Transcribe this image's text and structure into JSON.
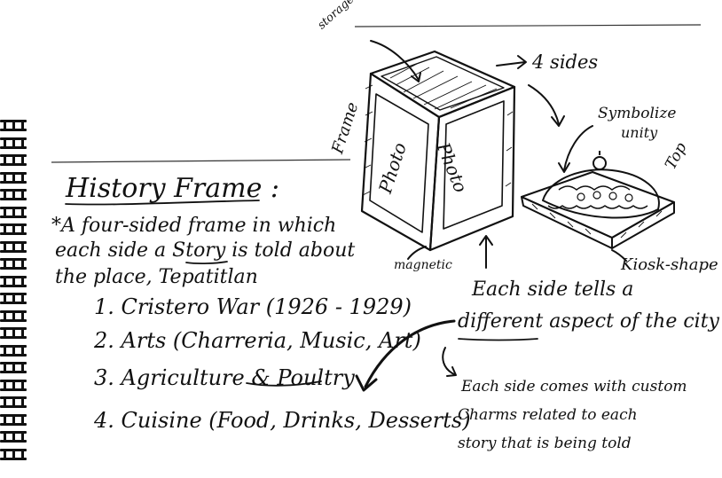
{
  "notes": {
    "title": "History Frame :",
    "description_line1": "*A four-sided frame in which",
    "description_line2": "each side a Story is told about",
    "description_line3": "the place, Tepatitlan",
    "list": [
      "1. Cristero War (1926 - 1929)",
      "2. Arts (Charreria, Music, Art)",
      "3. Agriculture & Poultry",
      "4. Cuisine (Food, Drinks, Desserts)"
    ]
  },
  "sketch": {
    "label_storage": "storage inside",
    "label_frame": "Frame",
    "label_four_sides": "4 sides",
    "panel_left": "Photo",
    "panel_right": "Photo",
    "label_magnetic": "magnetic",
    "label_symbolize_1": "Symbolize",
    "label_symbolize_2": "unity",
    "label_top": "Top",
    "label_kiosk": "Kiosk-shape"
  },
  "annotations": {
    "each_side_line1": "Each side tells a",
    "each_side_line2": "different aspect of the city",
    "charms_line1": "Each side comes with custom",
    "charms_line2": "Charms related to each",
    "charms_line3": "story that is being told"
  },
  "spiral": {
    "ring_count": 20
  }
}
